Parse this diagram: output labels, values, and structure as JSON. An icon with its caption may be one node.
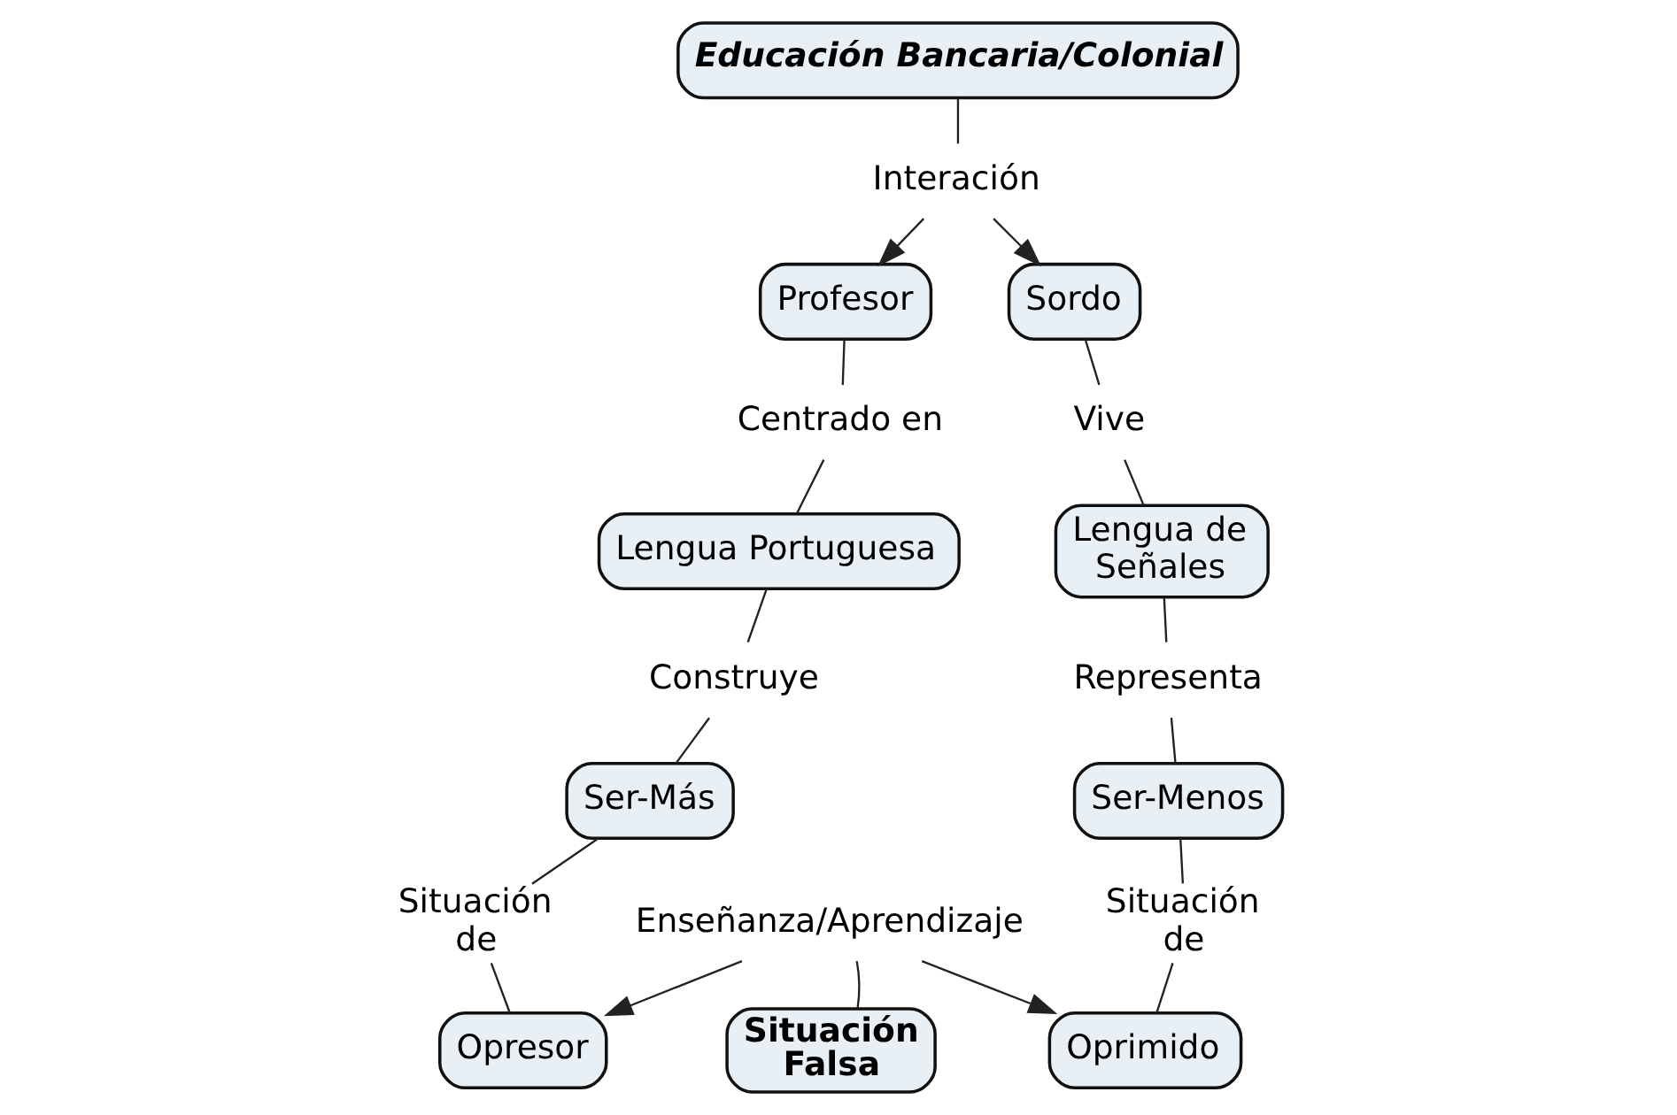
{
  "diagram": {
    "nodes": [
      {
        "text": [
          "Educación Bancaria/Colonial"
        ]
      },
      {
        "text": [
          "Interación"
        ]
      },
      {
        "text": [
          "Profesor"
        ]
      },
      {
        "text": [
          "Sordo"
        ]
      },
      {
        "text": [
          "Centrado en"
        ]
      },
      {
        "text": [
          "Vive"
        ]
      },
      {
        "text": [
          "Lengua Portuguesa"
        ]
      },
      {
        "text": [
          "Lengua de Señales"
        ]
      },
      {
        "text": [
          "Construye"
        ]
      },
      {
        "text": [
          "Representa"
        ]
      },
      {
        "text": [
          "Ser-Más"
        ]
      },
      {
        "text": [
          "Ser-Menos"
        ]
      },
      {
        "text": [
          "Situación de"
        ]
      },
      {
        "text": [
          "Situación de"
        ]
      },
      {
        "text": [
          "Opresor"
        ]
      },
      {
        "text": [
          "Oprimido"
        ]
      },
      {
        "text": [
          "Enseñanza/Aprendizaje"
        ]
      },
      {
        "text": [
          "Situación Falsa"
        ]
      }
    ],
    "edges": [
      {
        "from": 0,
        "to": 1,
        "arrow": "none"
      },
      {
        "from": 1,
        "to": 2,
        "arrow": "to"
      },
      {
        "from": 1,
        "to": 3,
        "arrow": "to"
      },
      {
        "from": 2,
        "to": 4,
        "arrow": "none"
      },
      {
        "from": 4,
        "to": 6,
        "arrow": "none"
      },
      {
        "from": 3,
        "to": 5,
        "arrow": "none"
      },
      {
        "from": 5,
        "to": 7,
        "arrow": "none"
      },
      {
        "from": 6,
        "to": 8,
        "arrow": "none"
      },
      {
        "from": 8,
        "to": 10,
        "arrow": "none"
      },
      {
        "from": 7,
        "to": 9,
        "arrow": "none"
      },
      {
        "from": 9,
        "to": 11,
        "arrow": "none"
      },
      {
        "from": 10,
        "to": 12,
        "arrow": "none"
      },
      {
        "from": 12,
        "to": 14,
        "arrow": "none"
      },
      {
        "from": 11,
        "to": 13,
        "arrow": "none"
      },
      {
        "from": 13,
        "to": 15,
        "arrow": "none"
      },
      {
        "from": 17,
        "to": 16,
        "arrow": "none"
      },
      {
        "from": 16,
        "to": 14,
        "arrow": "to"
      },
      {
        "from": 16,
        "to": 15,
        "arrow": "to"
      }
    ]
  }
}
